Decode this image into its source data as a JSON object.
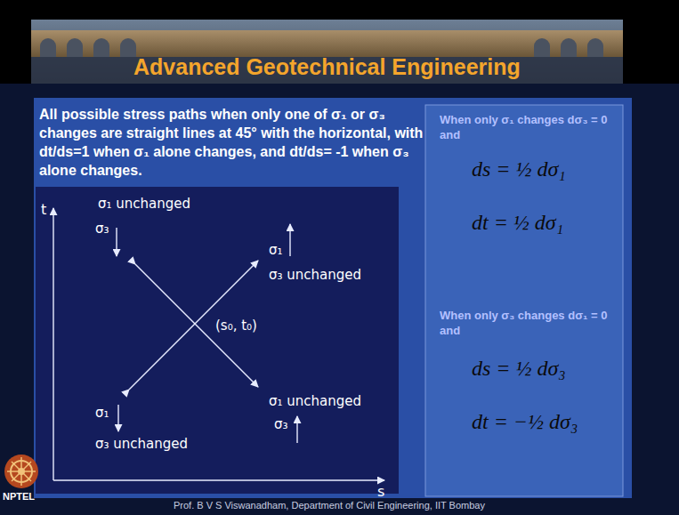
{
  "diagram": {
    "title": "Advanced Geotechnical Engineering",
    "nodes": [
      {
        "text": [
          "t",
          "σ₁ unchanged",
          "σ₃",
          "σ₁",
          "σ₃ unchanged",
          "(s₀, t₀)",
          "σ₁ unchanged",
          "σ₁",
          "σ₃",
          "σ₃ unchanged",
          "s"
        ]
      },
      {
        "text": [
          "When only σ₁ changes dσ₃ = 0 and",
          "ds = ½ dσ₁",
          "dt = ½ dσ₁",
          "When only σ₃ changes dσ₁ = 0 and",
          "ds = ½ dσ₃",
          "dt = −½ dσ₃"
        ]
      }
    ],
    "labels": [
      "All possible stress paths when only one of σ₁ or σ₃ changes are straight lines at 45° with the horizontal, with dt/ds=1 when σ₁ alone changes, and dt/ds= -1 when σ₃ alone changes.",
      "NPTEL",
      "Prof. B V S Viswanadham, Department of Civil Engineering, IIT Bombay"
    ]
  }
}
